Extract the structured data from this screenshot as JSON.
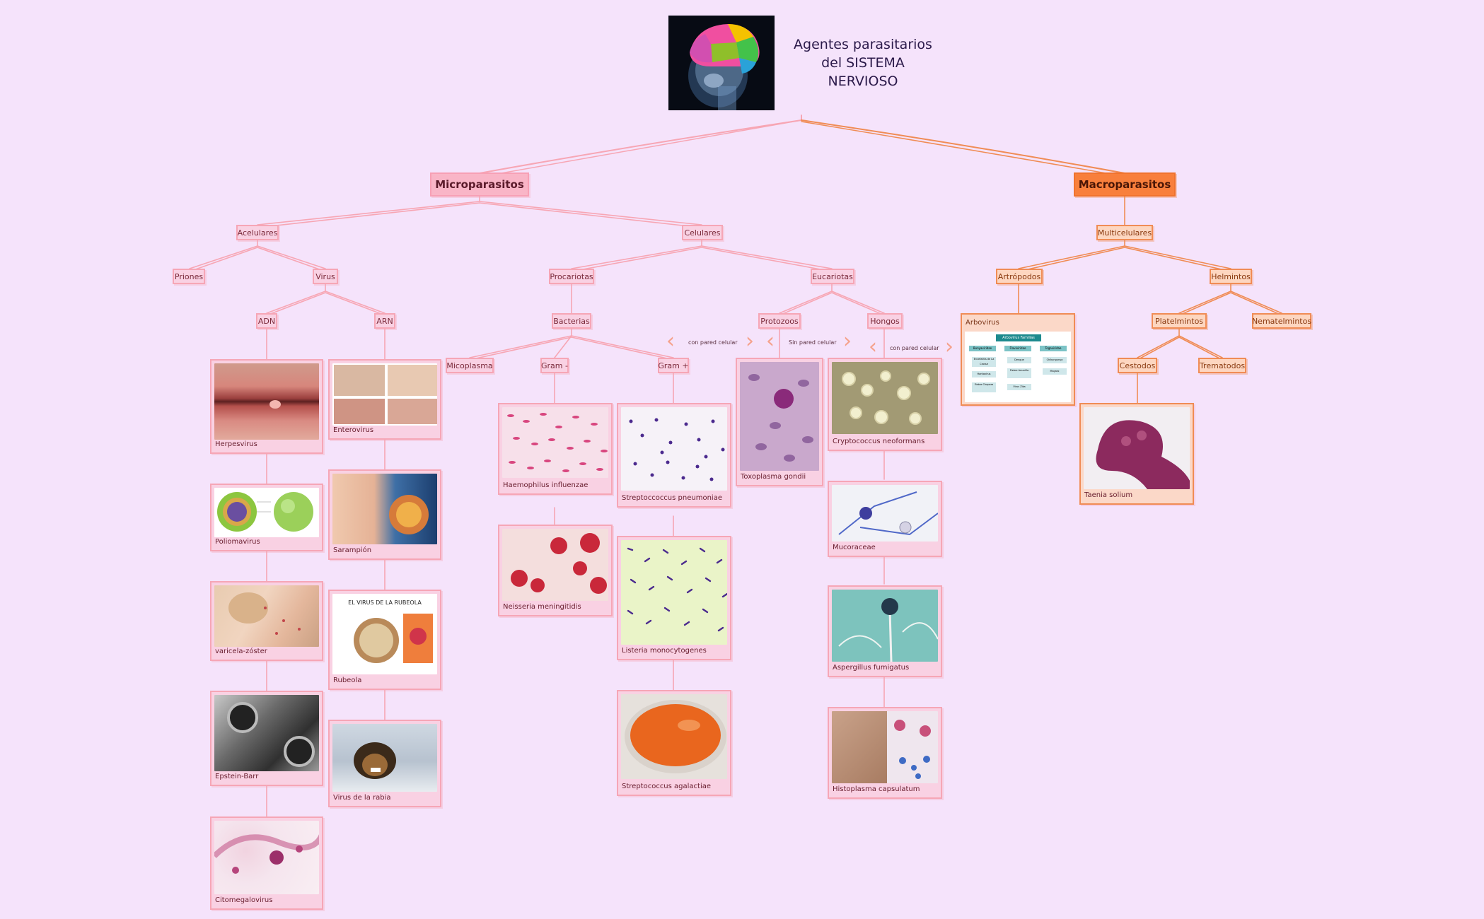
{
  "title": "Agentes parasitarios del SISTEMA NERVIOSO",
  "title_lines": [
    "Agentes parasitarios",
    "del SISTEMA",
    "NERVIOSO"
  ],
  "colors": {
    "background": "#f5e3fb",
    "pink_branch": "#f7a6b4",
    "orange_branch": "#f08c55"
  },
  "nodes": {
    "microparasitos": "Microparasitos",
    "macroparasitos": "Macroparasitos",
    "acelulares": "Acelulares",
    "celulares": "Celulares",
    "priones": "Priones",
    "virus": "Virus",
    "adn": "ADN",
    "arn": "ARN",
    "procariotas": "Procariotas",
    "eucariotas": "Eucariotas",
    "bacterias": "Bacterias",
    "micoplasma": "Micoplasma",
    "gram_neg": "Gram -",
    "gram_pos": "Gram +",
    "protozoos": "Protozoos",
    "hongos": "Hongos",
    "multicelulares": "Multicelulares",
    "artropodos": "Artrópodos",
    "helmintos": "Helmintos",
    "platelmintos": "Platelmintos",
    "nematelmintos": "Nematelmintos",
    "cestodos": "Cestodos",
    "trematodos": "Trematodos"
  },
  "notes": {
    "con_pared_1": "con pared celular",
    "sin_pared": "Sin pared celular",
    "con_pared_2": "con pared celular"
  },
  "cards": {
    "herpesvirus": "Herpesvirus",
    "poliomavirus": "Poliomavirus",
    "varicela": "varicela-zóster",
    "epstein": "Epstein-Barr",
    "citomegalovirus": "Citomegalovirus",
    "enterovirus": "Enterovirus",
    "sarampion": "Sarampión",
    "rubeola": "Rubeola",
    "rabia": "Virus de la rabia",
    "haemophilus": "Haemophilus influenzae",
    "neisseria": "Neisseria meningitidis",
    "streptococcus_pn": "Streptoccoccus pneumoniae",
    "listeria": "Listeria monocytogenes",
    "streptococcus_ag": "Streptococcus agalactiae",
    "toxoplasma": "Toxoplasma gondii",
    "cryptococcus": "Cryptococcus neoformans",
    "mucoraceae": "Mucoraceae",
    "aspergillus": "Aspergillus fumigatus",
    "histoplasma": "Histoplasma capsulatum",
    "arbovirus": "Arbovirus",
    "taenia": "Taenia solium"
  },
  "rubeola_image_text": "EL VIRUS DE LA RUBEOLA",
  "arbovirus_chart": {
    "header": "Arbovirus Familias",
    "families": [
      "Bunyaviridae",
      "Flaviviridae",
      "Togaviridae"
    ],
    "members": [
      "Encefalitis de La Crosse",
      "Hantavirus",
      "Fiebre Chapare",
      "Dengue",
      "Fiebre Amarilla",
      "Virus Zika",
      "Chikungunya",
      "Mayaro"
    ]
  }
}
